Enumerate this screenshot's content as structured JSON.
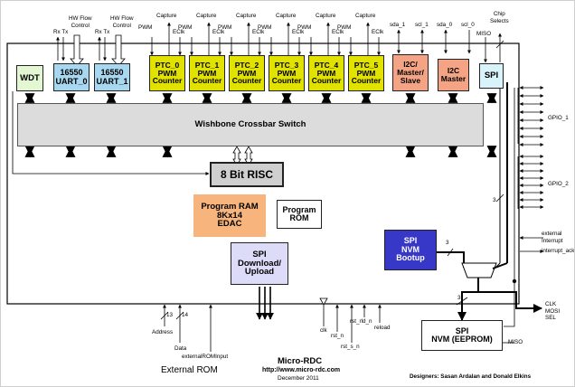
{
  "colors": {
    "uart_fill": "#a8d8f0",
    "ptc_fill": "#e2e200",
    "i2c_fill": "#f4a484",
    "spi_fill": "#d8f4fa",
    "wdt_fill": "#e2f7d2",
    "crossbar_fill": "#dcdcdc",
    "risc_fill": "#cfcfcf",
    "ram_fill": "#f7b47c",
    "download_fill": "#dcdcf8",
    "nvm_boot_fill": "#3838c8",
    "outline": "#222222"
  },
  "blocks": {
    "wdt": "WDT",
    "uart_0": "16550\nUART_0",
    "uart_1": "16550\nUART_1",
    "ptc_0": "PTC_0\nPWM\nCounter",
    "ptc_1": "PTC_1\nPWM\nCounter",
    "ptc_2": "PTC_2\nPWM\nCounter",
    "ptc_3": "PTC_3\nPWM\nCounter",
    "ptc_4": "PTC_4\nPWM\nCounter",
    "ptc_5": "PTC_5\nPWM\nCounter",
    "i2c_master_slave": "I2C/\nMaster/\nSlave",
    "i2c_master": "I2C\nMaster",
    "spi": "SPI",
    "crossbar": "Wishbone Crossbar Switch",
    "risc": "8 Bit RISC",
    "program_ram": "Program RAM\n8Kx14\nEDAC",
    "program_rom": "Program\nROM",
    "spi_download": "SPI\nDownload/\nUpload",
    "spi_nvm_bootup": "SPI\nNVM\nBootup",
    "spi_nvm_eeprom": "SPI\nNVM (EEPROM)"
  },
  "signals": {
    "rx_tx_0": "Rx Tx",
    "hw_flow_0": "HW Flow\nControl",
    "rx_tx_1": "Rx Tx",
    "hw_flow_1": "HW Flow\nControl",
    "pwm": "PWM",
    "capture": "Capture",
    "eclk": "EClk",
    "sda_1": "sda_1",
    "scl_1": "scl_1",
    "sda_0": "sda_0",
    "scl_0": "scl_0",
    "chip_selects": "Chip\nSelects",
    "miso": "MISO",
    "gpio_1": "GPIO_1",
    "gpio_2": "GPIO_2",
    "external_interrupt": "external\nInterrupt",
    "interrupt_ack": "interrupt_ack",
    "clk_mosi_sel": "CLK\nMOSI\nSEL",
    "bus_width_3": "3",
    "addr_width_13": "13",
    "data_width_14": "14",
    "address": "Address",
    "data": "Data",
    "external_rom_input": "externalROMInput",
    "clk": "clk",
    "rst_n": "rst_n",
    "rst_s_n": "rst_s_n",
    "rst_rld_n": "rst_rld_n",
    "reload": "reload"
  },
  "footer": {
    "external_rom": "External ROM",
    "title": "Micro-RDC",
    "url": "http://www.micro-rdc.com",
    "date": "December 2011",
    "designers": "Designers: Sasan Ardalan and Donald Elkins"
  }
}
